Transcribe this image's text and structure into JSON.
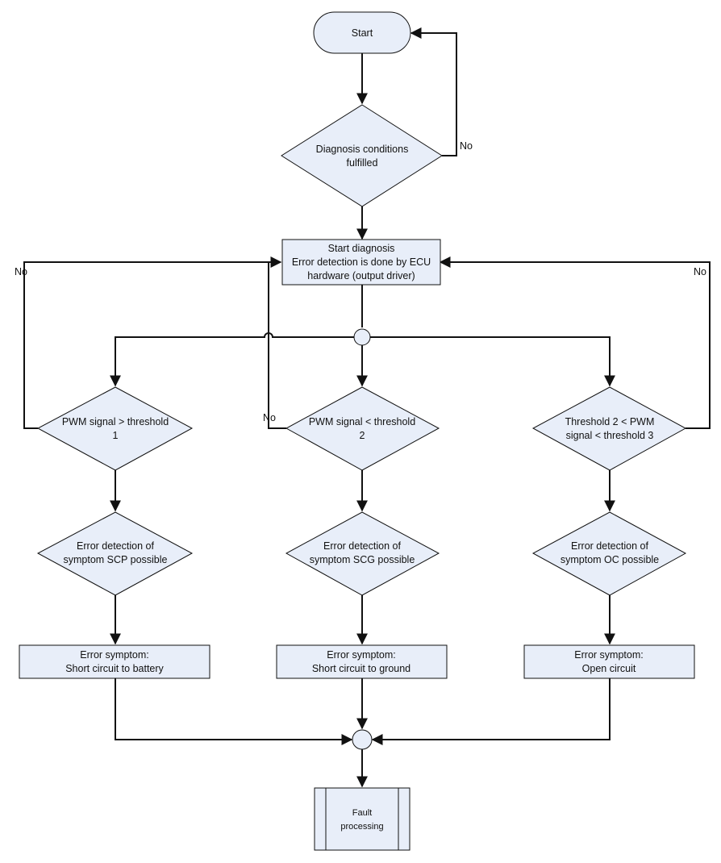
{
  "flowchart": {
    "start": "Start",
    "diagnosis_conditions": [
      "Diagnosis conditions",
      "fulfilled"
    ],
    "start_diagnosis": [
      "Start diagnosis",
      "Error detection is done by ECU",
      "hardware (output driver)"
    ],
    "checks": {
      "scp": [
        "PWM signal > threshold",
        "1"
      ],
      "scg": [
        "PWM signal < threshold",
        "2"
      ],
      "oc": [
        "Threshold 2 < PWM",
        "signal < threshold 3"
      ]
    },
    "detection": {
      "scp": [
        "Error detection of",
        "symptom SCP possible"
      ],
      "scg": [
        "Error detection of",
        "symptom SCG possible"
      ],
      "oc": [
        "Error detection of",
        "symptom OC possible"
      ]
    },
    "symptoms": {
      "scp": [
        "Error symptom:",
        "Short circuit to battery"
      ],
      "scg": [
        "Error symptom:",
        "Short circuit to ground"
      ],
      "oc": [
        "Error symptom:",
        "Open circuit"
      ]
    },
    "fault_processing": [
      "Fault",
      "processing"
    ],
    "no_label": "No"
  },
  "colors": {
    "fill": "#e8eef9",
    "stroke": "#111111"
  }
}
